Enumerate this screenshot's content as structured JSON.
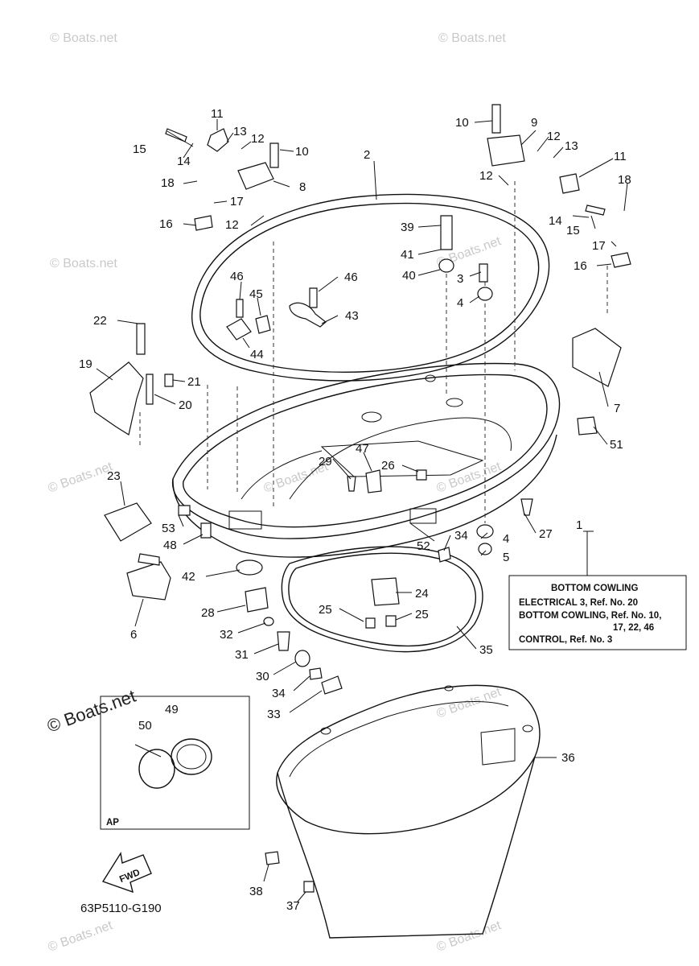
{
  "watermarks": [
    "© Boats.net",
    "© Boats.net",
    "© Boats.net",
    "© Boats.net",
    "© Boats.net",
    "© Boats.net",
    "© Boats.net",
    "© Boats.net",
    "© Boats.net",
    "© Boats.net"
  ],
  "brand_watermark": "© Boats.net",
  "part_labels": [
    "1",
    "2",
    "3",
    "4",
    "4",
    "5",
    "6",
    "7",
    "8",
    "9",
    "10",
    "10",
    "11",
    "11",
    "12",
    "12",
    "12",
    "12",
    "13",
    "13",
    "14",
    "14",
    "15",
    "15",
    "16",
    "16",
    "17",
    "17",
    "18",
    "18",
    "19",
    "20",
    "21",
    "22",
    "23",
    "24",
    "25",
    "25",
    "26",
    "27",
    "28",
    "29",
    "30",
    "31",
    "32",
    "33",
    "34",
    "34",
    "35",
    "36",
    "37",
    "38",
    "39",
    "40",
    "41",
    "42",
    "43",
    "44",
    "45",
    "46",
    "46",
    "47",
    "48",
    "51",
    "52",
    "53"
  ],
  "inset": {
    "labels": [
      "49",
      "50"
    ],
    "tag": "AP"
  },
  "reference_box": {
    "title": "BOTTOM COWLING",
    "lines": [
      "ELECTRICAL 3,  Ref. No. 20",
      "BOTTOM COWLING,  Ref. No. 10,",
      "17, 22, 46",
      "CONTROL,  Ref. No. 3"
    ]
  },
  "fwd_label": "FWD",
  "drawing_code": "63P5110-G190"
}
